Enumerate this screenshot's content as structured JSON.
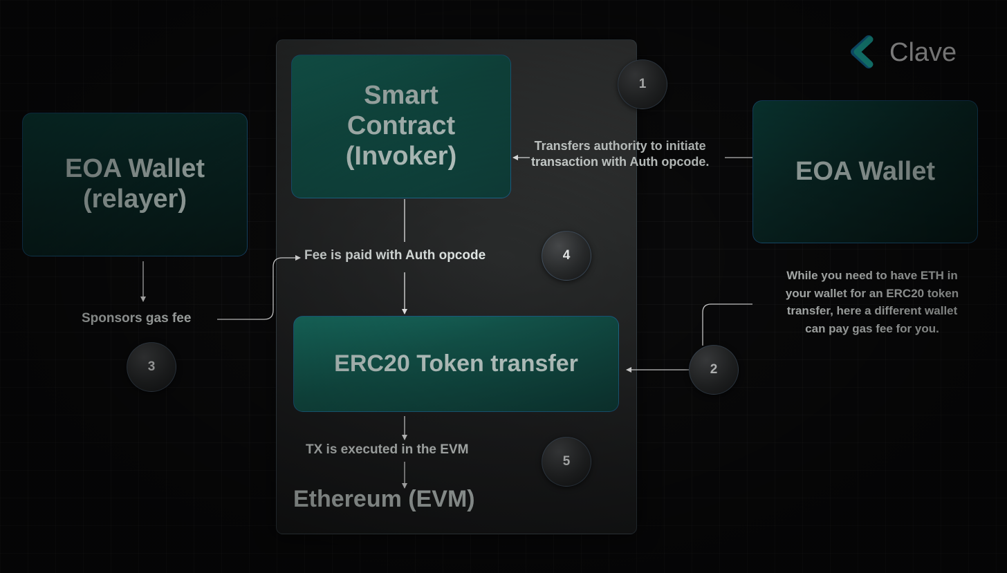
{
  "boxes": {
    "eoa_relayer": "EOA Wallet\n(relayer)",
    "smart_contract": "Smart\nContract\n(Invoker)",
    "eoa_wallet": "EOA Wallet",
    "erc20_transfer": "ERC20 Token transfer"
  },
  "labels": {
    "auth_transfer": "Transfers authority to initiate\ntransaction with Auth opcode.",
    "fee_paid": "Fee is paid with Auth opcode",
    "sponsors": "Sponsors gas fee",
    "tx_executed": "TX is executed in the EVM",
    "evm_title": "Ethereum (EVM)",
    "note": "While you need to have ETH in\nyour wallet for an ERC20 token\ntransfer, here a different wallet\ncan pay gas fee for you."
  },
  "badges": {
    "b1": "1",
    "b2": "2",
    "b3": "3",
    "b4": "4",
    "b5": "5"
  },
  "logo": {
    "text": "Clave",
    "icon": "clave-chevron-icon",
    "color_primary": "#22d3c5",
    "color_secondary": "#1aa0e0"
  },
  "colors": {
    "background": "#0b0b0c",
    "box_teal": "#145a50",
    "box_dark": "#0b2f2c",
    "border_blue": "#2878c8",
    "text": "#dfe7e5"
  }
}
